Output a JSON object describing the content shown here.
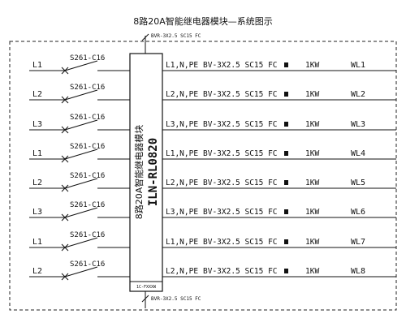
{
  "title": "8路20A智能继电器模块—系统图示",
  "module": {
    "name": "8路20A智能继电器模块",
    "model": "ILN-RL0820",
    "bottom_label": "1C-FXXXW"
  },
  "feeder": {
    "top_label": "BVR-3X2.5 SC15 FC",
    "bottom_label": "BVR-3X2.5 SC15 FC"
  },
  "circuits": [
    {
      "phase": "L1",
      "breaker": "S261-C16",
      "cable_phase": "L1,N,PE",
      "cable": "BV-3X2.5 SC15 FC",
      "power": "1KW",
      "label": "WL1"
    },
    {
      "phase": "L2",
      "breaker": "S261-C16",
      "cable_phase": "L2,N,PE",
      "cable": "BV-3X2.5 SC15 FC",
      "power": "1KW",
      "label": "WL2"
    },
    {
      "phase": "L3",
      "breaker": "S261-C16",
      "cable_phase": "L3,N,PE",
      "cable": "BV-3X2.5 SC15 FC",
      "power": "1KW",
      "label": "WL3"
    },
    {
      "phase": "L1",
      "breaker": "S261-C16",
      "cable_phase": "L1,N,PE",
      "cable": "BV-3X2.5 SC15 FC",
      "power": "1KW",
      "label": "WL4"
    },
    {
      "phase": "L2",
      "breaker": "S261-C16",
      "cable_phase": "L2,N,PE",
      "cable": "BV-3X2.5 SC15 FC",
      "power": "1KW",
      "label": "WL5"
    },
    {
      "phase": "L3",
      "breaker": "S261-C16",
      "cable_phase": "L3,N,PE",
      "cable": "BV-3X2.5 SC15 FC",
      "power": "1KW",
      "label": "WL6"
    },
    {
      "phase": "L1",
      "breaker": "S261-C16",
      "cable_phase": "L1,N,PE",
      "cable": "BV-3X2.5 SC15 FC",
      "power": "1KW",
      "label": "WL7"
    },
    {
      "phase": "L2",
      "breaker": "S261-C16",
      "cable_phase": "L2,N,PE",
      "cable": "BV-3X2.5 SC15 FC",
      "power": "1KW",
      "label": "WL8"
    }
  ]
}
